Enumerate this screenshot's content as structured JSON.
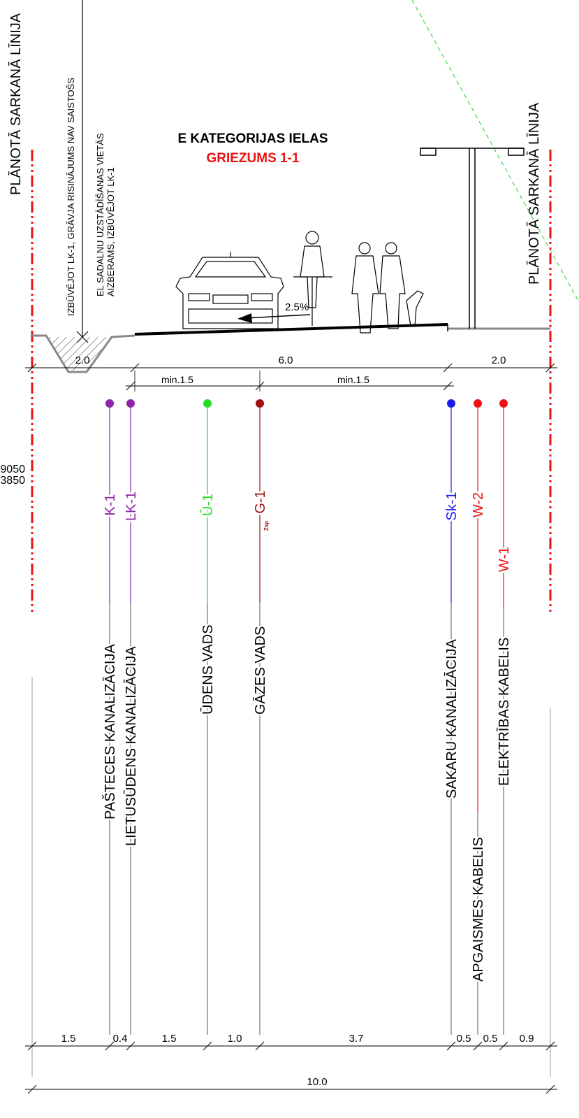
{
  "title": {
    "line1": "E KATEGORIJAS IELAS",
    "line2": "GRIEZUMS 1-1"
  },
  "red_line_label": "PLĀNOTĀ SARKANĀ LĪNIJA",
  "notes": {
    "note1": "IZBŪVĒJOT LK-1, GRĀVJA RISINĀJUMS NAV SAISTOŠS",
    "note2a": "EL SADALNU UZSTĀDĪŠANAS VIETĀS",
    "note2b": "AIZBERAMS, IZBŪVĒJOT LK-1"
  },
  "left_edge_numbers": [
    "9050",
    "3850"
  ],
  "slope_label": "2.5%",
  "top_dims": {
    "ditch": "2.0",
    "road": "6.0",
    "verge": "2.0",
    "min_left": "min.1.5",
    "min_right": "min.1.5"
  },
  "utilities": [
    {
      "code": "K-1",
      "name": "PAŠTECES KANALIZĀCIJA",
      "color": "#8e24aa"
    },
    {
      "code": "LK-1",
      "name": "LIETUSŪDENS KANALIZĀCIJA",
      "color": "#8e24aa"
    },
    {
      "code": "Ū-1",
      "name": "ŪDENS VADS",
      "color": "#22dd22"
    },
    {
      "code": "G-1",
      "name": "GĀZES VADS",
      "color": "#a01010",
      "sub": "Zsp"
    },
    {
      "code": "Sk-1",
      "name": "SAKARU KANALIZĀCIJA",
      "color": "#1a1aee"
    },
    {
      "code": "W-2",
      "name": "APGAISMES KABELIS",
      "color": "#ee1111"
    },
    {
      "code": "W-1",
      "name": "ELEKTRĪBAS KABELIS",
      "color": "#ee1111"
    }
  ],
  "bottom_dims": [
    "1.5",
    "0.4",
    "1.5",
    "1.0",
    "3.7",
    "0.5",
    "0.5",
    "0.9"
  ],
  "total_dim": "10.0"
}
